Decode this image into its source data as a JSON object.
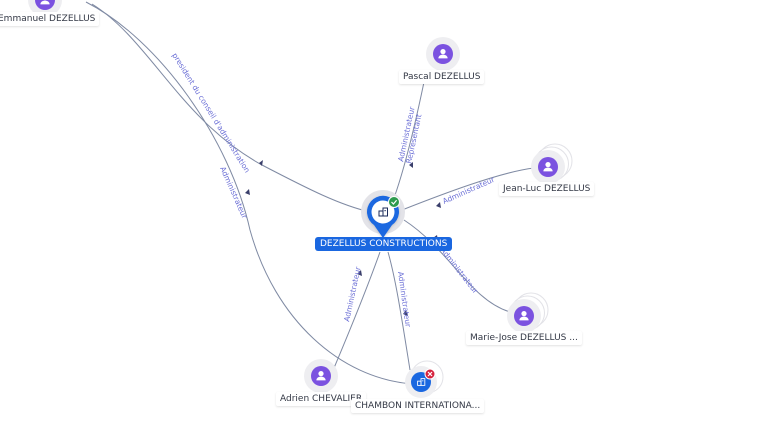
{
  "colors": {
    "person": "#7b52e0",
    "company": "#1a67e0",
    "edge": "#7f8aa3",
    "edge_label": "#6b6fd6",
    "active_badge": "#2e9b4e",
    "closed_badge": "#d6243f"
  },
  "nodes": {
    "main": {
      "label": "DEZELLUS CONSTRUCTIONS",
      "icon": "building-icon",
      "status_icon": "check-icon"
    },
    "emmanuel": {
      "label": "Emmanuel DEZELLUS",
      "icon": "person-icon"
    },
    "pascal": {
      "label": "Pascal DEZELLUS",
      "icon": "person-icon"
    },
    "jeanluc": {
      "label": "Jean-Luc DEZELLUS",
      "icon": "person-icon"
    },
    "mariejose": {
      "label": "Marie-Jose DEZELLUS ...",
      "icon": "person-icon"
    },
    "adrien": {
      "label": "Adrien CHEVALIER",
      "icon": "person-icon"
    },
    "chambon": {
      "label": "CHAMBON INTERNATIONA...",
      "icon": "building-icon",
      "status_icon": "cross-icon"
    }
  },
  "edges": {
    "emmanuel_main": "president du conseil d'administration",
    "emmanuel_chambon": "Administrateur",
    "pascal_main_1": "Administrateur",
    "pascal_main_2": "Representant",
    "jeanluc_main": "Administrateur",
    "mariejose_main": "Administrateur",
    "adrien_main": "Administrateur",
    "chambon_main": "Administrateur"
  }
}
